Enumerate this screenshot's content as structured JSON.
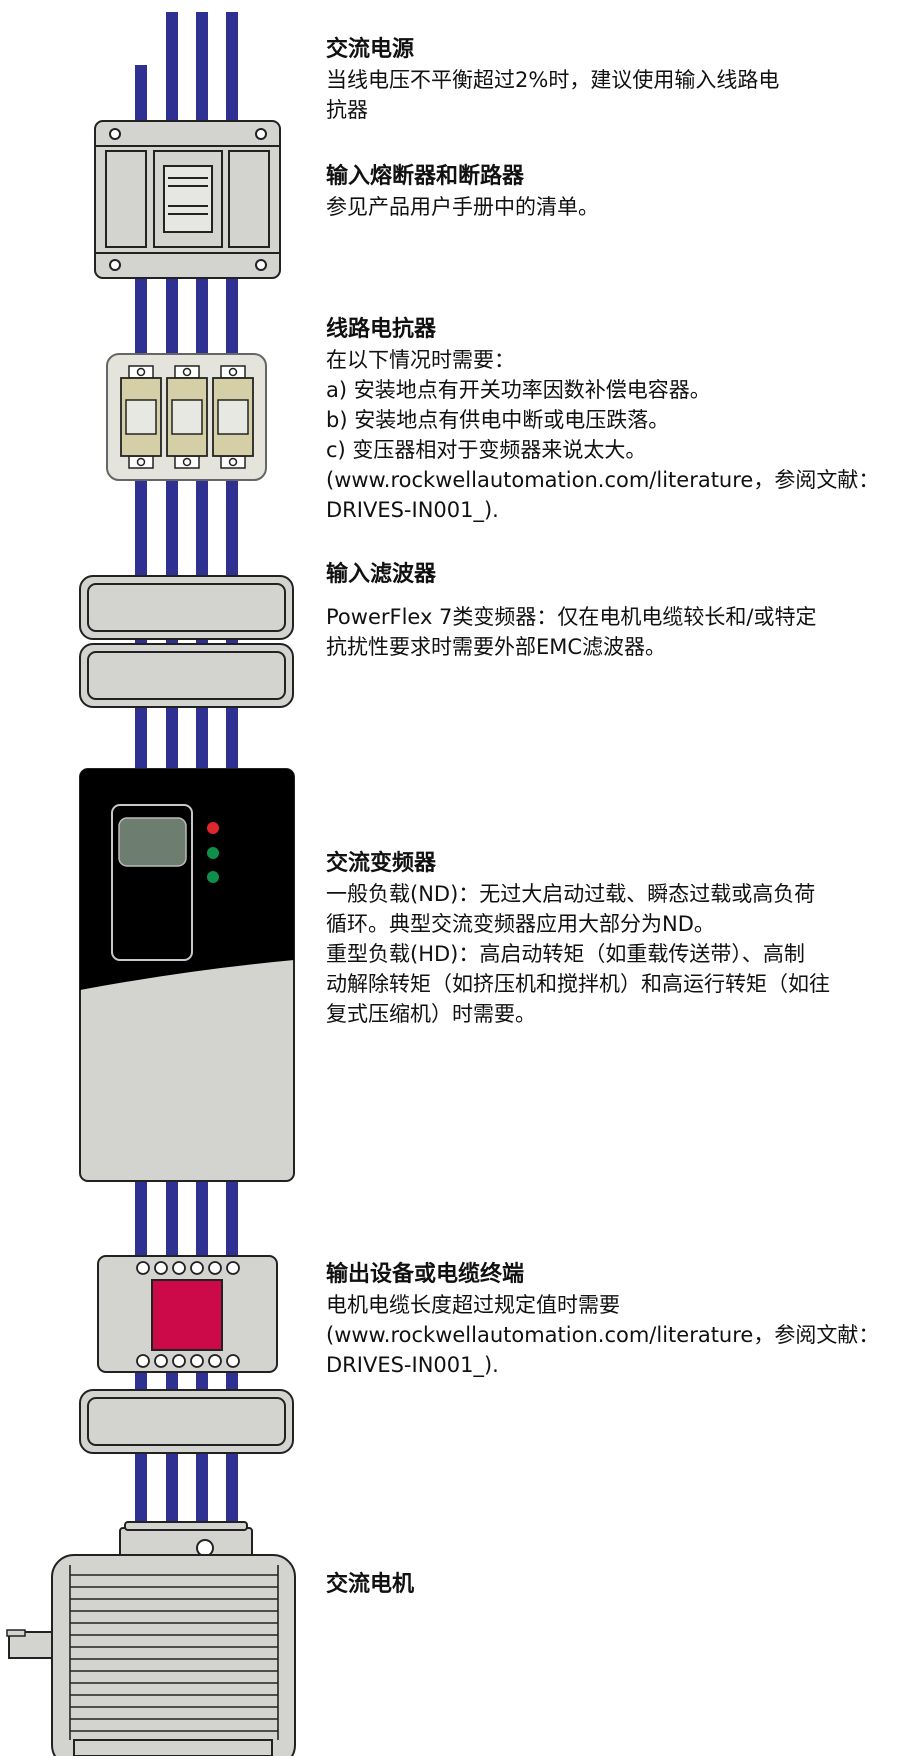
{
  "sections": {
    "ac_source": {
      "title": "交流电源",
      "lines": [
        "当线电压不平衡超过2%时，建议使用输入线路电",
        "抗器"
      ]
    },
    "fuses": {
      "title": "输入熔断器和断路器",
      "lines": [
        "参见产品用户手册中的清单。"
      ]
    },
    "line_reactor": {
      "title": "线路电抗器",
      "lines": [
        "在以下情况时需要：",
        "a) 安装地点有开关功率因数补偿电容器。",
        "b) 安装地点有供电中断或电压跌落。",
        "c) 变压器相对于变频器来说太大。",
        "(www.rockwellautomation.com/literature，参阅文献：",
        "DRIVES-IN001_)."
      ]
    },
    "input_filter": {
      "title": "输入滤波器",
      "lines": [
        "PowerFlex 7类变频器：仅在电机电缆较长和/或特定",
        "抗扰性要求时需要外部EMC滤波器。"
      ]
    },
    "ac_drive": {
      "title": "交流变频器",
      "lines": [
        "一般负载(ND)：无过大启动过载、瞬态过载或高负荷",
        "循环。典型交流变频器应用大部分为ND。",
        "重型负载(HD)：高启动转矩（如重载传送带）、高制",
        "动解除转矩（如挤压机和搅拌机）和高运行转矩（如往",
        "复式压缩机）时需要。"
      ]
    },
    "output": {
      "title": "输出设备或电缆终端",
      "lines": [
        "电机电缆长度超过规定值时需要",
        "(www.rockwellautomation.com/literature，参阅文献：",
        "DRIVES-IN001_)."
      ]
    },
    "motor": {
      "title": "交流电机",
      "lines": []
    }
  },
  "colors": {
    "wire": "#2e3192",
    "device_fill": "#d3d3cf",
    "reactor_fill": "#e4e4dc",
    "fuse_body": "#d4cfa6",
    "drive_top": "#000000",
    "drive_bottom": "#d3d3cf",
    "led_red": "#e0262d",
    "led_green": "#0f8f4a",
    "keypad_screen": "#6d7d70",
    "output_red": "#cc0a4a"
  },
  "icons": {
    "breaker": "circuit-breaker-icon",
    "reactor": "line-reactor-icon",
    "filter": "emc-filter-icon",
    "drive": "ac-drive-icon",
    "terminator": "output-terminator-icon",
    "motor": "ac-motor-icon"
  }
}
